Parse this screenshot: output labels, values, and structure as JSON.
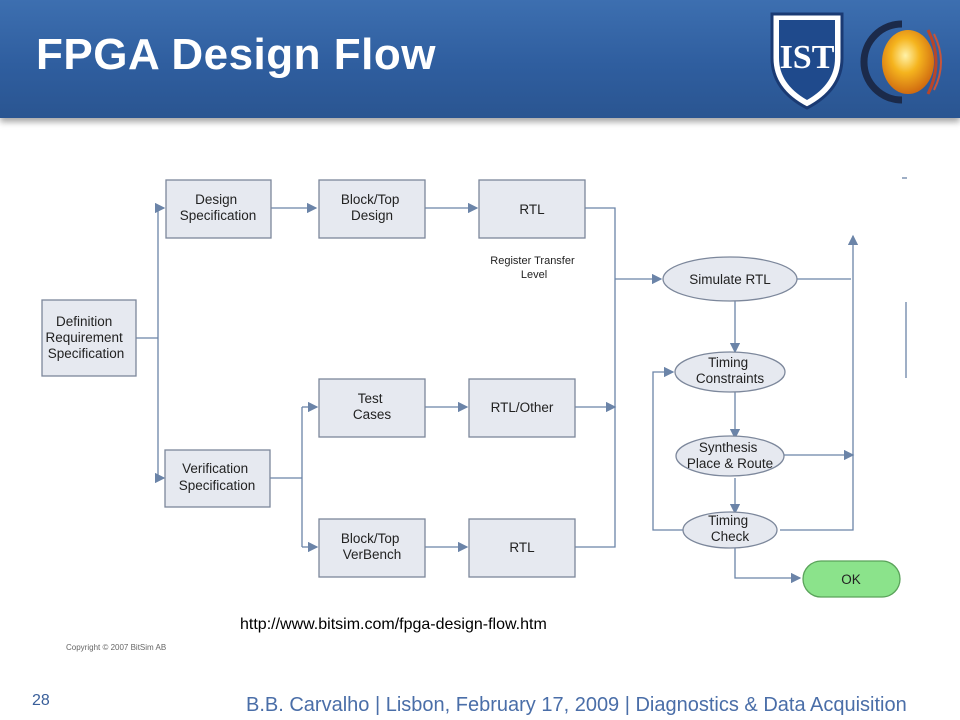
{
  "slide": {
    "title": "FPGA Design Flow",
    "page_number": "28",
    "footer": "B.B. Carvalho | Lisbon, February 17, 2009 | Diagnostics & Data Acquisition",
    "source_url": "http://www.bitsim.com/fpga-design-flow.htm",
    "copyright": "Copyright © 2007 BitSim AB"
  },
  "diagram": {
    "definition": [
      "Definition",
      "Requirement",
      "Specification"
    ],
    "design_spec": [
      "Design",
      "Specification"
    ],
    "block_top_design": [
      "Block/Top",
      "Design"
    ],
    "rtl_top": [
      "RTL"
    ],
    "rtl_caption": [
      "Register Transfer",
      "Level"
    ],
    "verification_spec": [
      "Verification",
      "Specification"
    ],
    "test_cases": [
      "Test",
      "Cases"
    ],
    "rtl_other": [
      "RTL/Other"
    ],
    "block_top_verbench": [
      "Block/Top",
      "VerBench"
    ],
    "rtl_bottom": [
      "RTL"
    ],
    "simulate_rtl": [
      "Simulate RTL"
    ],
    "timing_constraints": [
      "Timing",
      "Constraints"
    ],
    "synthesis": [
      "Synthesis",
      "Place & Route"
    ],
    "timing_check": [
      "Timing",
      "Check"
    ],
    "ok": [
      "OK"
    ]
  },
  "colors": {
    "header": "#2f5e9f",
    "box_fill": "#e6e9f0",
    "box_stroke": "#7c879b",
    "ok_fill": "#8be38b",
    "arrow": "#6b84a8",
    "footer_text": "#4a6ea8"
  },
  "logos": [
    "ist-shield-logo",
    "ipfn-orb-logo"
  ]
}
